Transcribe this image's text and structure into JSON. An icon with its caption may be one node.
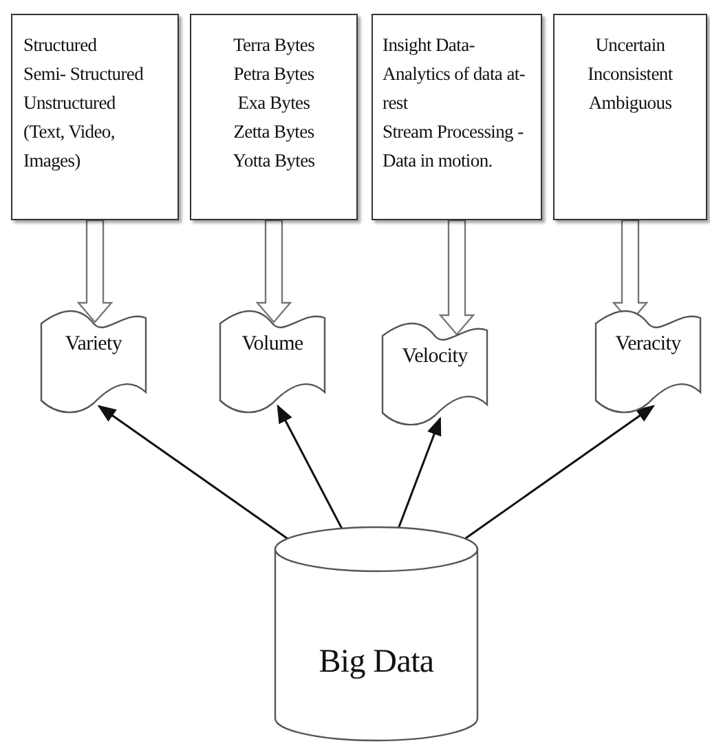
{
  "diagram": {
    "nodes": [
      {
        "text": [
          "Structured",
          "Semi- Structured",
          "Unstructured",
          "(Text, Video, Images)"
        ]
      },
      {
        "text": [
          "Terra Bytes",
          "Petra Bytes",
          "Exa Bytes",
          "Zetta Bytes",
          "Yotta Bytes"
        ]
      },
      {
        "text": [
          "Insight Data- Analytics of data at- rest",
          "Stream  Processing - Data in motion."
        ]
      },
      {
        "text": [
          "Uncertain",
          "Inconsistent",
          "Ambiguous"
        ]
      },
      {
        "text": [
          "Variety"
        ]
      },
      {
        "text": [
          "Volume"
        ]
      },
      {
        "text": [
          "Velocity"
        ]
      },
      {
        "text": [
          "Veracity"
        ]
      },
      {
        "text": [
          "Big Data"
        ]
      }
    ],
    "edges": [
      {
        "from": 0,
        "to": 4,
        "arrow": "to",
        "style": "thick"
      },
      {
        "from": 1,
        "to": 5,
        "arrow": "to",
        "style": "thick"
      },
      {
        "from": 2,
        "to": 6,
        "arrow": "to",
        "style": "thick"
      },
      {
        "from": 3,
        "to": 7,
        "arrow": "to",
        "style": "thick"
      },
      {
        "from": 8,
        "to": 4,
        "arrow": "to"
      },
      {
        "from": 8,
        "to": 5,
        "arrow": "to"
      },
      {
        "from": 8,
        "to": 6,
        "arrow": "to"
      },
      {
        "from": 8,
        "to": 7,
        "arrow": "to"
      }
    ]
  }
}
